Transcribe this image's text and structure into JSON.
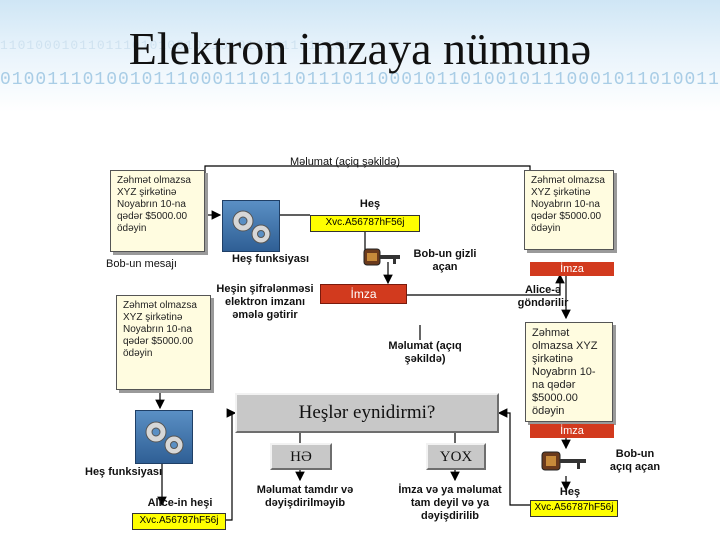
{
  "title": "Elektron imzaya nümunə",
  "banner": {
    "binary_row": "01001110100101110001110110111011000101101001011100010110100110110010101100",
    "binary_row_faint": "1101000101101110101001011010110011010101"
  },
  "message_top": "Məlumat (açiq şəkildə)",
  "doc_text": "Zəhmət olmazsa XYZ şirkətinə Noyabrın 10-na qədər $5000.00 ödəyin",
  "doc_right_text": "Zəhmət olmazsa XYZ şirkətinə Noyabrın 10-na qədər $5000.00 ödəyin",
  "doc_mid_text": "Zəhmət olmazsa XYZ şirkətinə Noyabrın 10-na qədər $5000.00 ödəyin",
  "doc_right2_text": "Zəhmət olmazsa XYZ şirkətinə Noyabrın 10-na qədər $5000.00 ödəyin",
  "bob_message": "Bob-un mesajı",
  "hash_label": "Heş",
  "hash_value": "Xvc.A56787hF56j",
  "hash_function": "Heş funksiyası",
  "bob_private_key": "Bob-un gizli açan",
  "encrypt_text": "Heşin şifrələnməsi elektron imzanı əmələ gətirir",
  "signature": "İmza",
  "sent_to_alice": "Alice-ə göndərilir",
  "message_plain": "Məlumat (açıq şəkildə)",
  "decision": "Heşlər eynidirmi?",
  "yes": "HƏ",
  "no": "YOX",
  "yes_result": "Məlumat tamdır və dəyişdirilməyib",
  "no_result": "İmza və ya məlumat tam deyil və ya dəyişdirilib",
  "alice_hash_function": "Heş funksiyası",
  "alice_hash": "Alice-in heşi",
  "alice_hash_value": "Xvc.A56787hF56j",
  "bob_public_key": "Bob-un açıq açan",
  "right_hash_label": "Heş",
  "right_hash_value": "Xvc.A56787hF56j"
}
